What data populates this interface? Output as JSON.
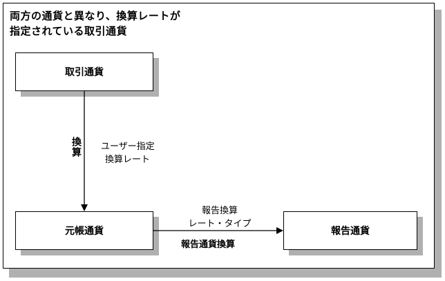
{
  "title": {
    "line1": "両方の通貨と異なり、換算レートが",
    "line2": "指定されている取引通貨"
  },
  "nodes": {
    "transaction": "取引通貨",
    "ledger": "元帳通貨",
    "reporting": "報告通貨"
  },
  "edges": {
    "conversion_vertical": "換算",
    "user_rate_line1": "ユーザー指定",
    "user_rate_line2": "換算レート",
    "report_rate_line1": "報告換算",
    "report_rate_line2": "レート・タイプ",
    "report_conversion": "報告通貨換算"
  }
}
